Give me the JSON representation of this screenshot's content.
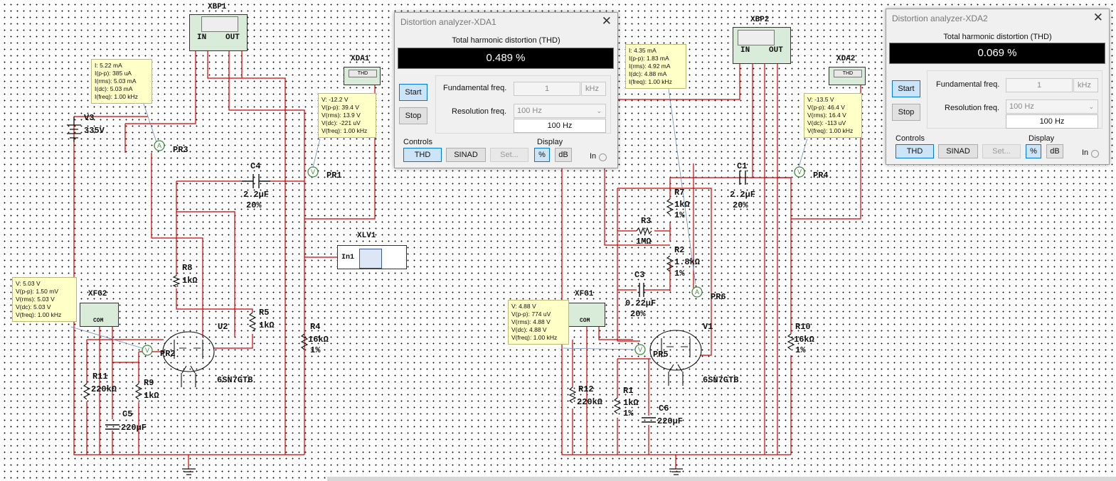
{
  "dialogs": {
    "xda1": {
      "title": "Distortion analyzer-XDA1",
      "thd_heading": "Total harmonic distortion (THD)",
      "thd_value": "0.489 %",
      "start": "Start",
      "stop": "Stop",
      "fund_label": "Fundamental freq.",
      "fund_value": "1",
      "fund_unit": "kHz",
      "res_label": "Resolution freq.",
      "res_select": "100 Hz",
      "res_value": "100 Hz",
      "controls_label": "Controls",
      "thd_btn": "THD",
      "sinad_btn": "SINAD",
      "set_btn": "Set...",
      "display_label": "Display",
      "pct_btn": "%",
      "db_btn": "dB",
      "in_label": "In"
    },
    "xda2": {
      "title": "Distortion analyzer-XDA2",
      "thd_heading": "Total harmonic distortion (THD)",
      "thd_value": "0.069 %",
      "start": "Start",
      "stop": "Stop",
      "fund_label": "Fundamental freq.",
      "fund_value": "1",
      "fund_unit": "kHz",
      "res_label": "Resolution freq.",
      "res_select": "100 Hz",
      "res_value": "100 Hz",
      "controls_label": "Controls",
      "thd_btn": "THD",
      "sinad_btn": "SINAD",
      "set_btn": "Set...",
      "display_label": "Display",
      "pct_btn": "%",
      "db_btn": "dB",
      "in_label": "In"
    }
  },
  "probes": {
    "pr3": [
      "I: 5.22 mA",
      "I(p-p): 385 uA",
      "I(rms): 5.03 mA",
      "I(dc): 5.03 mA",
      "I(freq): 1.00 kHz"
    ],
    "pr1": [
      "V: -12.2 V",
      "V(p-p): 39.4 V",
      "V(rms): 13.9 V",
      "V(dc): -221 uV",
      "V(freq): 1.00 kHz"
    ],
    "pr2": [
      "V: 5.03 V",
      "V(p-p): 1.50 mV",
      "V(rms): 5.03 V",
      "V(dc): 5.03 V",
      "V(freq): 1.00 kHz"
    ],
    "pr6": [
      "I: 4.35 mA",
      "I(p-p): 1.83 mA",
      "I(rms): 4.92 mA",
      "I(dc): 4.88 mA",
      "I(freq): 1.00 kHz"
    ],
    "pr4": [
      "V: -13.5 V",
      "V(p-p): 46.4 V",
      "V(rms): 16.4 V",
      "V(dc): -113 uV",
      "V(freq): 1.00 kHz"
    ],
    "pr5": [
      "V: 4.88 V",
      "V(p-p): 774 uV",
      "V(rms): 4.88 V",
      "V(dc): 4.88 V",
      "V(freq): 1.00 kHz"
    ]
  },
  "instruments": {
    "xbp1": {
      "name": "XBP1",
      "in": "IN",
      "out": "OUT"
    },
    "xbp2": {
      "name": "XBP2",
      "in": "IN",
      "out": "OUT"
    },
    "xda1": {
      "name": "XDA1",
      "face": "THD"
    },
    "xda2": {
      "name": "XDA2",
      "face": "THD"
    },
    "xfg1": {
      "name": "XFG1",
      "com": "COM"
    },
    "xfg2": {
      "name": "XFG2",
      "com": "COM"
    },
    "xlv1": {
      "name": "XLV1",
      "in": "In1"
    }
  },
  "labels": {
    "v3": "V3",
    "v3val": "335V",
    "pr3": "PR3",
    "pr1": "PR1",
    "pr2": "PR2",
    "pr4": "PR4",
    "pr5": "PR5",
    "pr6": "PR6",
    "c4": "C4",
    "c4v": "2.2µF",
    "c4t": "20%",
    "r8": "R8",
    "r8v": "1kΩ",
    "r5": "R5",
    "r5v": "1kΩ",
    "u2": "U2",
    "tube2": "6SN7GTB",
    "r4": "R4",
    "r4v": "16kΩ",
    "r4t": "1%",
    "r11": "R11",
    "r11v": "220kΩ",
    "r9": "R9",
    "r9v": "1kΩ",
    "c5": "C5",
    "c5v": "220µF",
    "r7": "R7",
    "r7v": "1kΩ",
    "r7t": "1%",
    "r3": "R3",
    "r3v": "1MΩ",
    "r2": "R2",
    "r2v": "1.8kΩ",
    "r2t": "1%",
    "c3": "C3",
    "c3v": "0.22µF",
    "c3t": "20%",
    "c1": "C1",
    "c1v": "2.2µF",
    "c1t": "20%",
    "v1": "V1",
    "tube1": "6SN7GTB",
    "r10": "R10",
    "r10v": "16kΩ",
    "r10t": "1%",
    "r12": "R12",
    "r12v": "220kΩ",
    "r1": "R1",
    "r1v": "1kΩ",
    "r1t": "1%",
    "c6": "C6",
    "c6v": "220µF"
  },
  "colors": {
    "wire": "#cc0000",
    "probe_wire": "#6a8fb8",
    "probe_green": "#3c8c3c"
  }
}
